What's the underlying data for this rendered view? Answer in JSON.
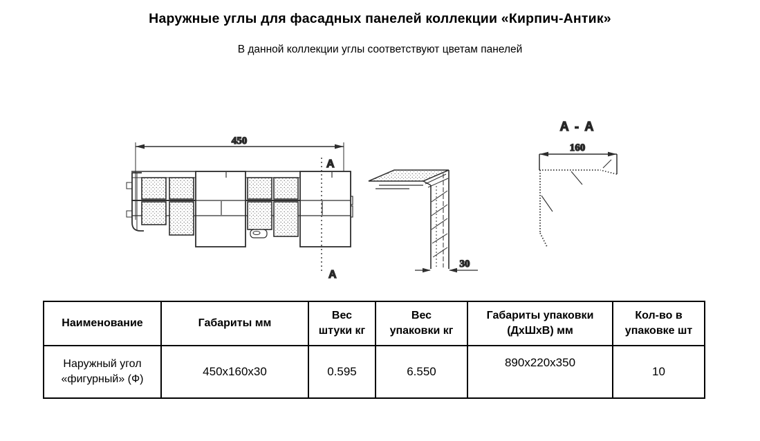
{
  "header": {
    "title": "Наружные углы для фасадных панелей коллекции «Кирпич-Антик»",
    "subtitle": "В данной коллекции углы соответствуют цветам панелей"
  },
  "drawings": {
    "front_view": {
      "width_dim": "450",
      "section_mark_top": "A",
      "section_mark_bottom": "A"
    },
    "corner_profile": {
      "thickness_dim": "30"
    },
    "section_view": {
      "title": "A - A",
      "width_dim": "160"
    }
  },
  "table": {
    "headers": [
      "Наименование",
      "Габариты мм",
      "Вес\nштуки кг",
      "Вес\nупаковки кг",
      "Габариты упаковки\n(ДхШхВ) мм",
      "Кол-во в\nупаковке шт"
    ],
    "rows": [
      [
        "Наружный угол\n«фигурный» (Ф)",
        "450х160х30",
        "0.595",
        "6.550",
        "890х220х350",
        "10"
      ]
    ]
  },
  "colors": {
    "line": "#2e2e2e",
    "text": "#000000"
  }
}
